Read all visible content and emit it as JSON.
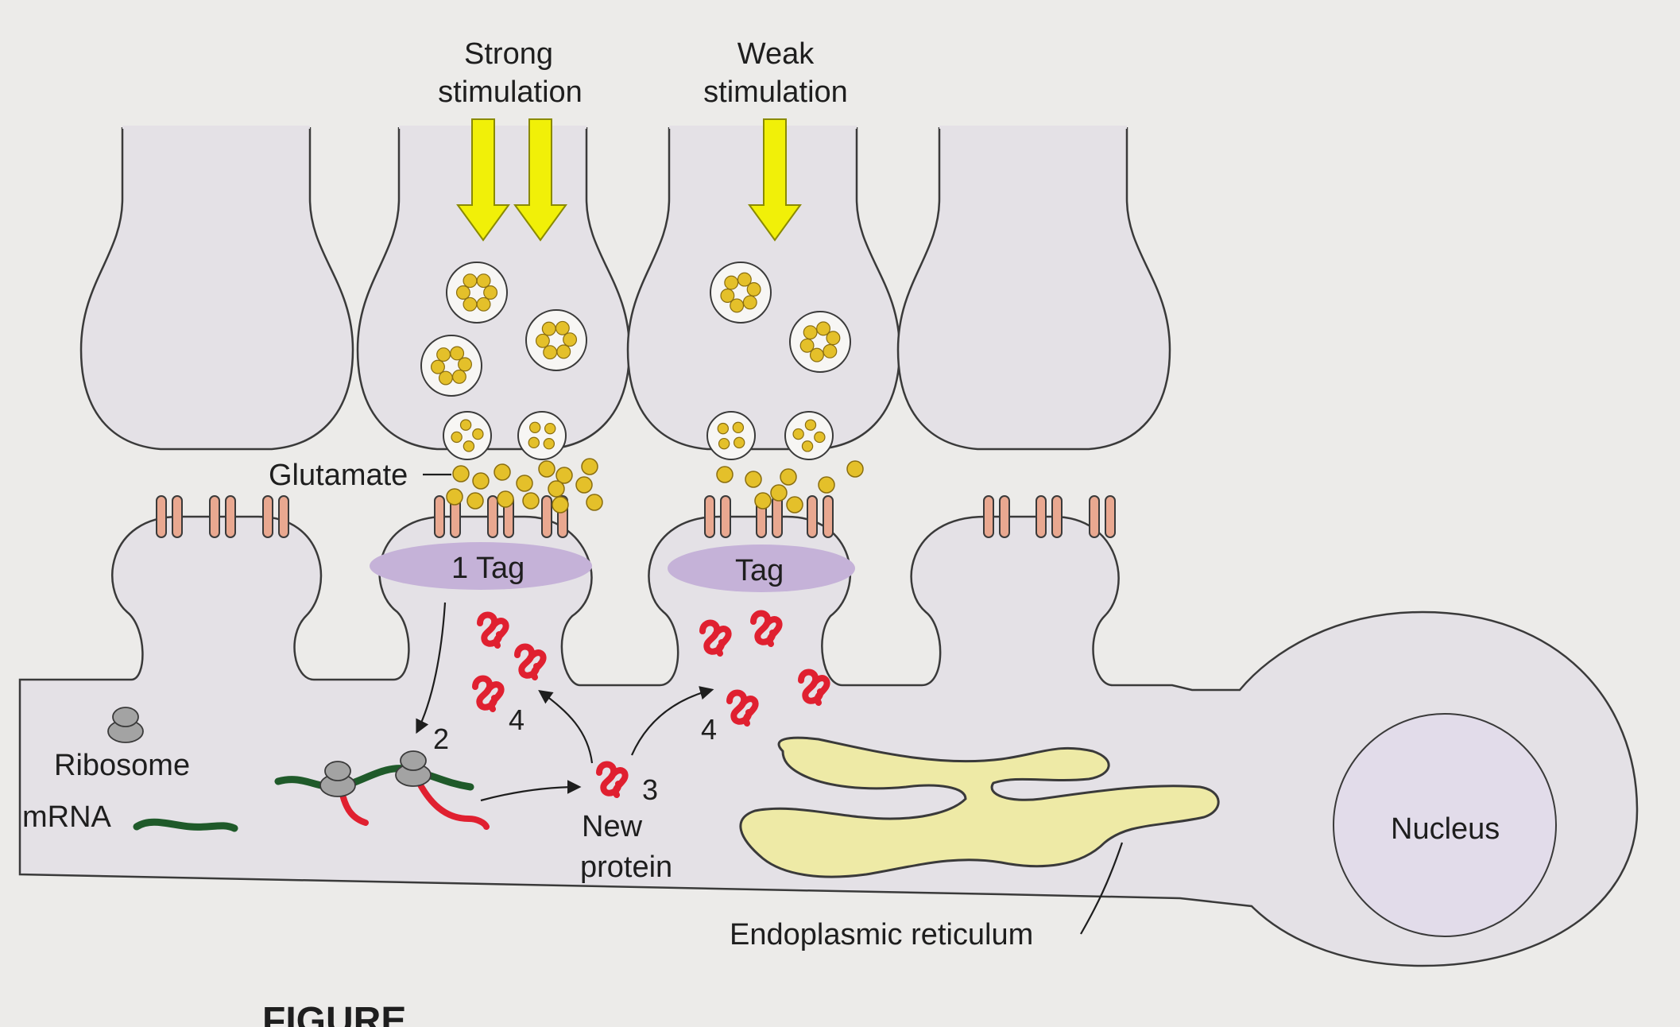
{
  "labels": {
    "strong_line1": "Strong",
    "strong_line2": "stimulation",
    "weak_line1": "Weak",
    "weak_line2": "stimulation",
    "glutamate": "Glutamate",
    "tag1": "1 Tag",
    "tag2": "Tag",
    "step2": "2",
    "step3": "3",
    "step4_left": "4",
    "step4_right": "4",
    "ribosome": "Ribosome",
    "mrna": "mRNA",
    "new_line1": "New",
    "new_line2": "protein",
    "er": "Endoplasmic reticulum",
    "nucleus": "Nucleus",
    "figure_caption": "FIGURE"
  },
  "colors": {
    "background": "#ecebe9",
    "cell_fill": "#e4e1e6",
    "outline": "#3a3a3a",
    "arrow": "#f1f008",
    "arrow_edge": "#8a8a00",
    "vesicle_fill": "#f7f6f4",
    "glutamate": "#e4c02a",
    "receptor": "#e9a890",
    "tag": "#c5b2d8",
    "protein": "#e02030",
    "mrna": "#1f5a2a",
    "ribosome": "#a3a3a3",
    "er_fill": "#eeeaa6",
    "nucleus_fill": "#e2dcea",
    "caption": "#1a3f9c"
  }
}
